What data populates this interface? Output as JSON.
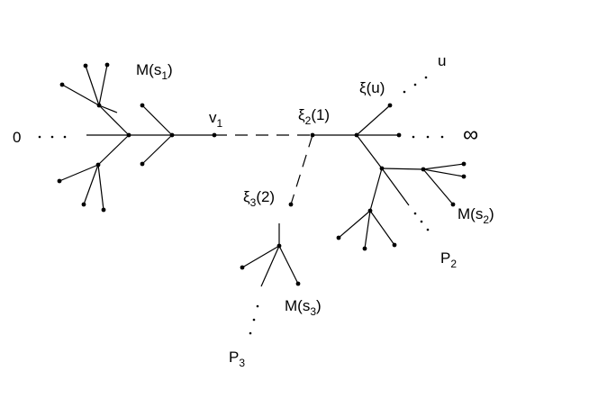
{
  "labels": {
    "zero": "0",
    "infinity": "∞",
    "u": "u",
    "v1": {
      "base": "v",
      "sub": "1"
    },
    "xi_u": {
      "base": "ξ",
      "rest": "(u)"
    },
    "xi2": {
      "base": "ξ",
      "sub": "2",
      "rest": "(1)"
    },
    "xi3": {
      "base": "ξ",
      "sub": "3",
      "rest": "(2)"
    },
    "m_s1": {
      "pre": "M(s",
      "sub": "1",
      "post": ")"
    },
    "m_s2": {
      "pre": "M(s",
      "sub": "2",
      "post": ")"
    },
    "m_s3": {
      "pre": "M(s",
      "sub": "3",
      "post": ")"
    },
    "p2": {
      "base": "P",
      "sub": "2"
    },
    "p3": {
      "base": "P",
      "sub": "3"
    }
  }
}
